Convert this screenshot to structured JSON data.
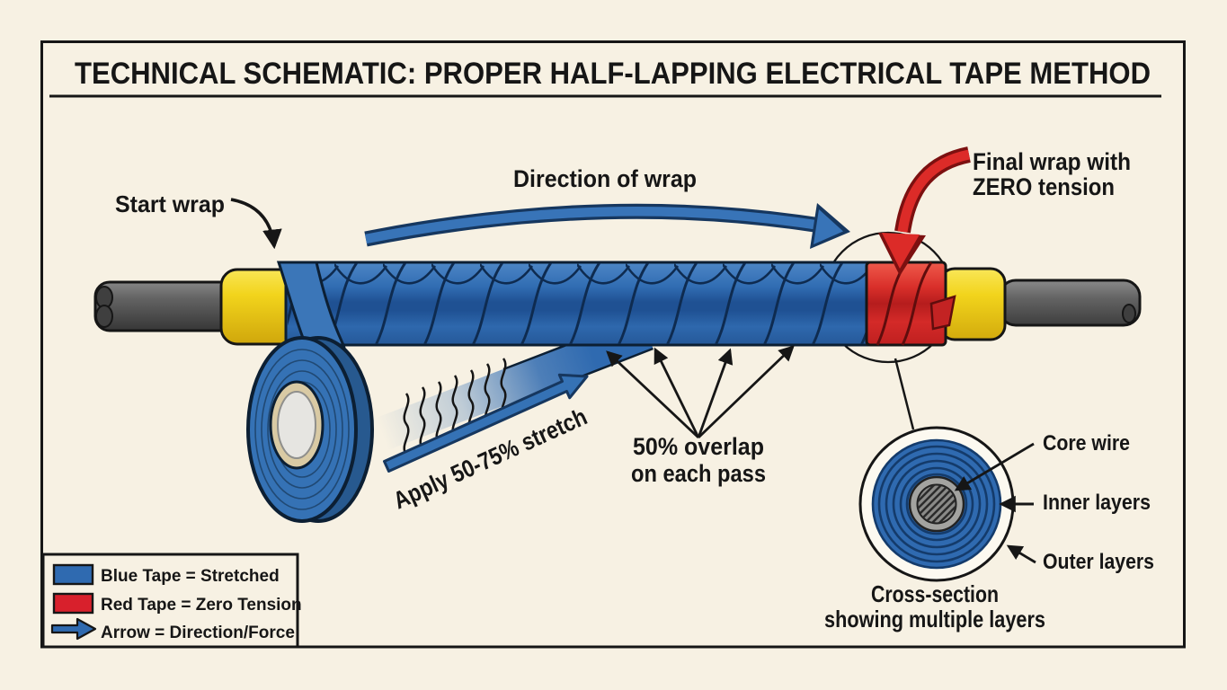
{
  "title": "TECHNICAL SCHEMATIC: PROPER HALF-LAPPING ELECTRICAL TAPE METHOD",
  "annotations": {
    "start_wrap": "Start wrap",
    "direction_of_wrap": "Direction of wrap",
    "final_wrap_line1": "Final wrap with",
    "final_wrap_line2": "ZERO tension",
    "apply_stretch": "Apply 50-75% stretch",
    "overlap_line1": "50% overlap",
    "overlap_line2": "on each pass"
  },
  "cross_section": {
    "labels": {
      "core_wire": "Core wire",
      "inner_layers": "Inner layers",
      "outer_layers": "Outer layers"
    },
    "caption_line1": "Cross-section",
    "caption_line2": "showing multiple layers"
  },
  "legend": {
    "items": [
      {
        "icon": "blue-swatch",
        "label": "Blue Tape = Stretched"
      },
      {
        "icon": "red-swatch",
        "label": "Red Tape = Zero Tension"
      },
      {
        "icon": "direction-arrow",
        "label": "Arrow = Direction/Force"
      }
    ]
  },
  "colors": {
    "background": "#f7f1e3",
    "stretched_tape_blue": "#2f6ab0",
    "zero_tension_red": "#d42a28",
    "insulation_yellow": "#f2d41c",
    "wire_gray": "#4f4f4f",
    "line_black": "#161616"
  }
}
